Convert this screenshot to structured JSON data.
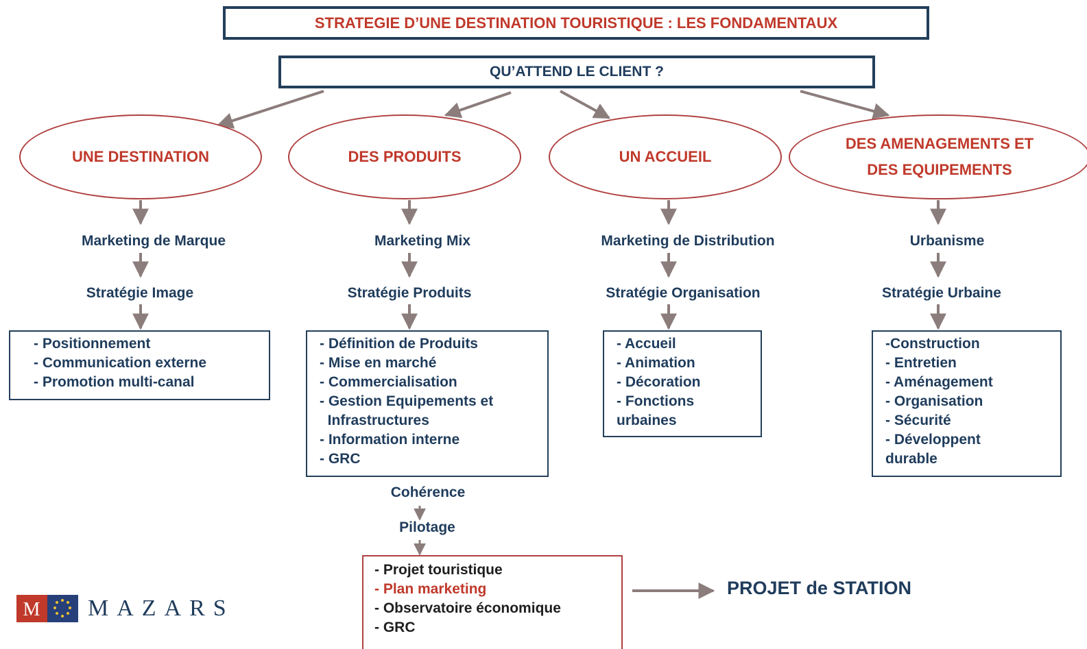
{
  "title": "STRATEGIE D’UNE DESTINATION TOURISTIQUE : LES FONDAMENTAUX",
  "question": "QU’ATTEND LE CLIENT ?",
  "columns": [
    {
      "oval": "UNE DESTINATION",
      "marketing": "Marketing de Marque",
      "strategy": "Stratégie Image",
      "items": [
        "- Positionnement",
        "- Communication  externe",
        "- Promotion multi-canal"
      ]
    },
    {
      "oval": "DES PRODUITS",
      "marketing": "Marketing Mix",
      "strategy": "Stratégie Produits",
      "items": [
        "- Définition de Produits",
        "- Mise en marché",
        "- Commercialisation",
        "- Gestion Equipements et",
        "  Infrastructures",
        "- Information interne",
        "- GRC"
      ]
    },
    {
      "oval": "UN ACCUEIL",
      "marketing": "Marketing de Distribution",
      "strategy": "Stratégie Organisation",
      "items": [
        "- Accueil",
        "- Animation",
        "- Décoration",
        "- Fonctions",
        "urbaines"
      ]
    },
    {
      "oval_line1": "DES AMENAGEMENTS ET",
      "oval_line2": "DES EQUIPEMENTS",
      "marketing": "Urbanisme",
      "strategy": "Stratégie Urbaine",
      "items": [
        "-Construction",
        "- Entretien",
        "- Aménagement",
        "- Organisation",
        "- Sécurité",
        "- Développent",
        "durable"
      ]
    }
  ],
  "coherence": "Cohérence",
  "pilotage": "Pilotage",
  "final_items": [
    "- Projet touristique",
    "- Plan marketing",
    "- Observatoire économique",
    "- GRC"
  ],
  "projet": "PROJET de STATION",
  "logo": {
    "mark_letter": "M",
    "name": "MAZARS"
  },
  "colors": {
    "navy": "#233f5a",
    "red": "#c0392b",
    "arrow": "#8b7d7b"
  }
}
